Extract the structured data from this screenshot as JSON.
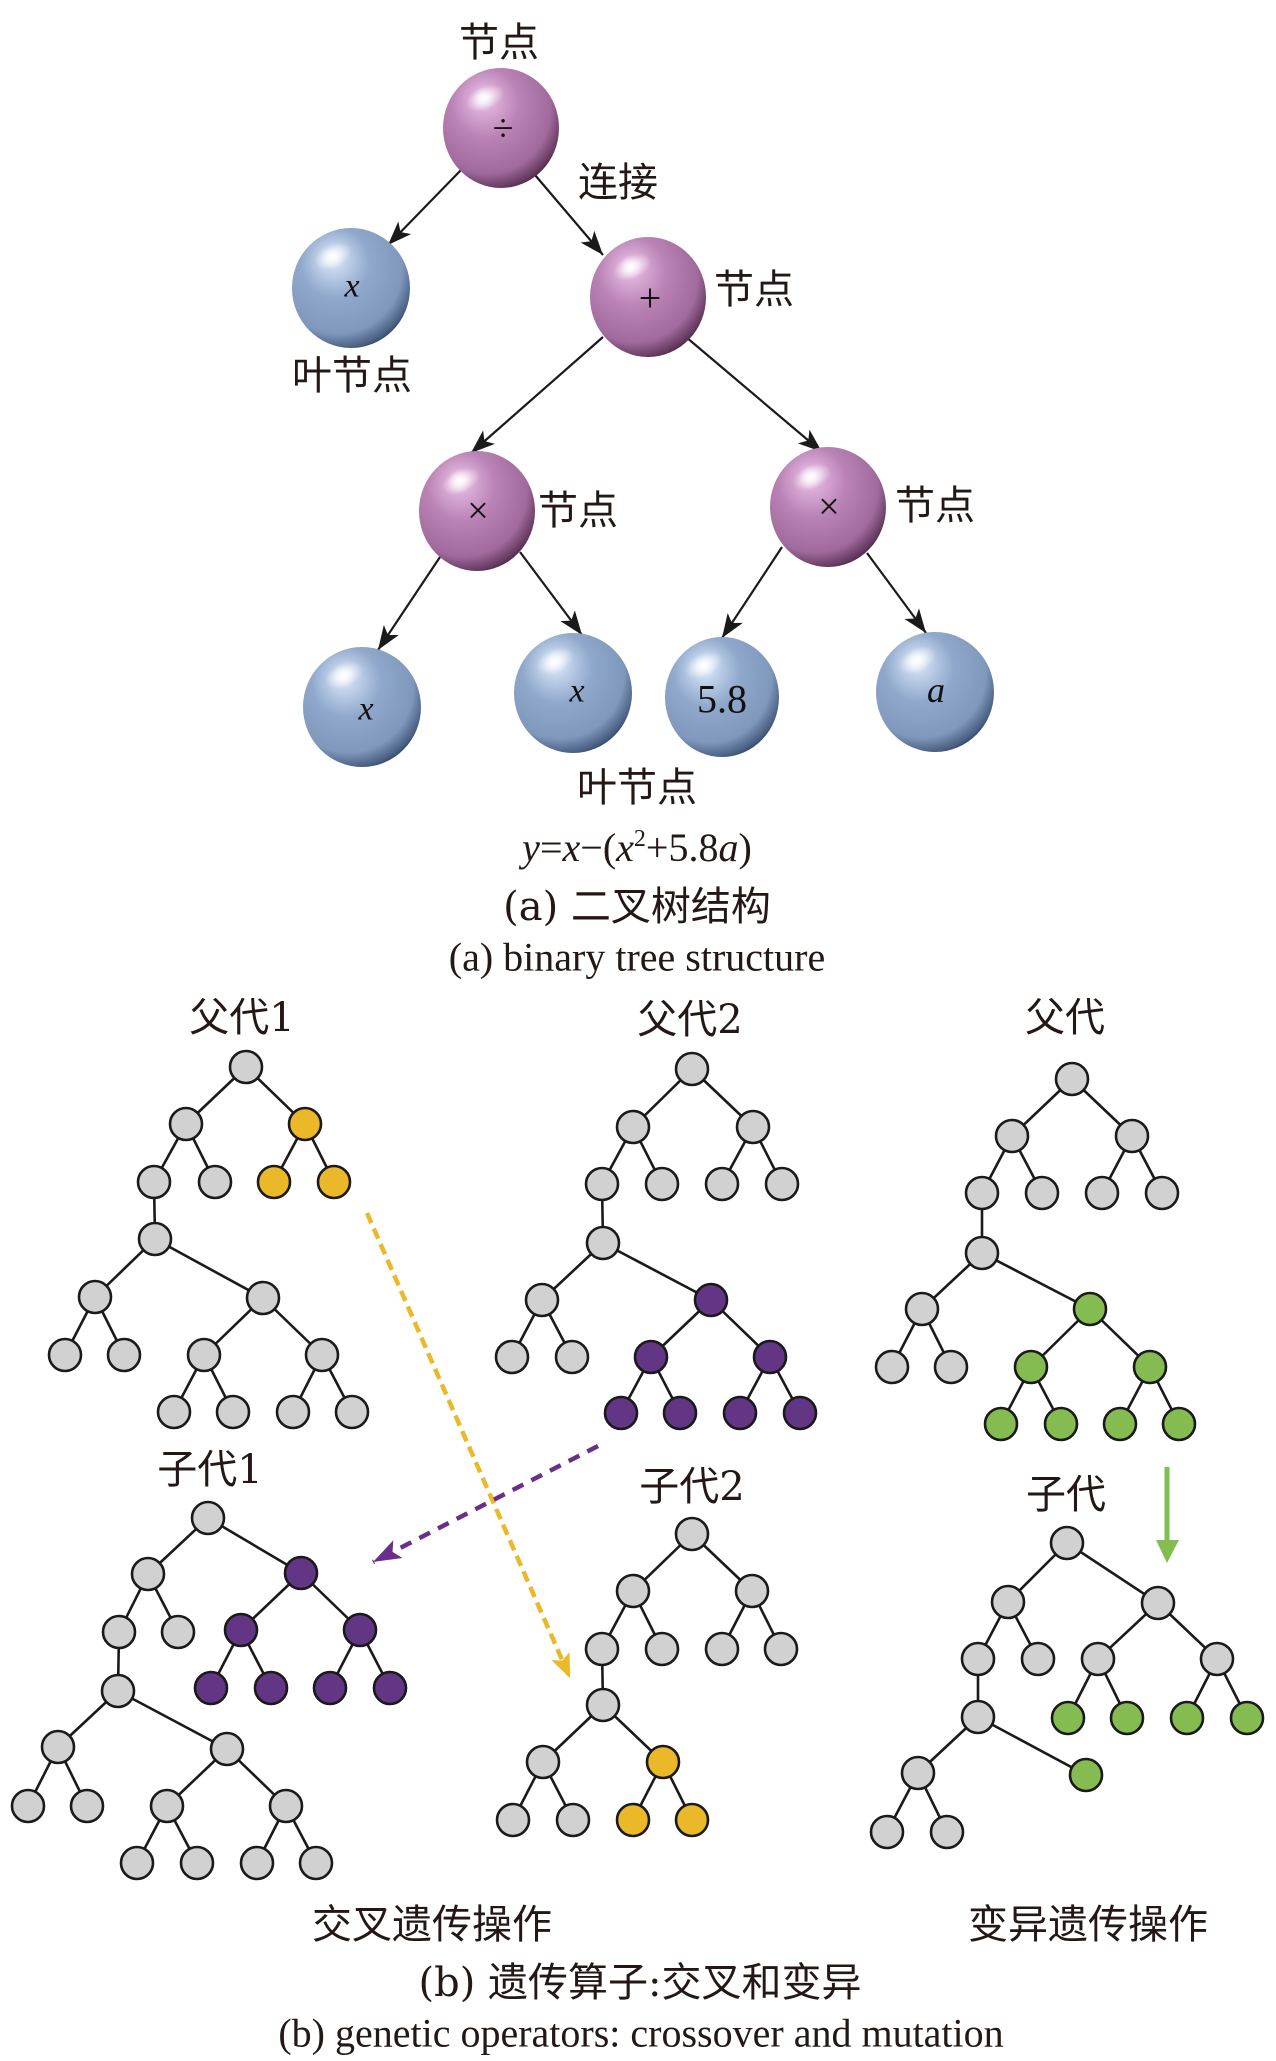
{
  "colors": {
    "function_node": "#b983b5",
    "terminal_node": "#8fa8cc",
    "gray": "#d1d1d1",
    "yellow": "#ebb829",
    "purple": "#633585",
    "green": "#84bc52",
    "crossover_arrow_1": "#ebb829",
    "crossover_arrow_2": "#6a2f8a",
    "mutation_arrow": "#84bc52"
  },
  "part_a": {
    "labels": {
      "node_top": "节点",
      "link": "连接",
      "leaf_left": "叶节点",
      "node_plus": "节点",
      "node_times_left": "节点",
      "node_times_right": "节点",
      "leaf_bottom": "叶节点"
    },
    "nodes": {
      "root": {
        "symbol": "÷",
        "kind": "function"
      },
      "leaf_x_1": {
        "symbol": "x",
        "kind": "terminal"
      },
      "plus": {
        "symbol": "+",
        "kind": "function"
      },
      "times_left": {
        "symbol": "×",
        "kind": "function"
      },
      "times_right": {
        "symbol": "×",
        "kind": "function"
      },
      "leaf_x_2": {
        "symbol": "x",
        "kind": "terminal"
      },
      "leaf_x_3": {
        "symbol": "x",
        "kind": "terminal"
      },
      "leaf_const": {
        "symbol": "5.8",
        "kind": "terminal"
      },
      "leaf_a": {
        "symbol": "a",
        "kind": "terminal"
      }
    },
    "formula_parts": [
      "y",
      "=",
      "x",
      "−(",
      "x",
      "2",
      "+5.8",
      "a",
      ")"
    ],
    "caption_cn": "(a) 二叉树结构",
    "caption_en": "(a) binary tree structure"
  },
  "part_b": {
    "trees": [
      {
        "title": "父代1",
        "root": {
          "color": "gray",
          "children": [
            {
              "color": "gray",
              "children": [
                {
                  "color": "gray",
                  "children": [
                    {
                      "color": "gray",
                      "children": [
                        {
                          "color": "gray",
                          "children": [
                            {
                              "color": "gray"
                            },
                            {
                              "color": "gray"
                            }
                          ]
                        },
                        {
                          "color": "gray",
                          "children": [
                            {
                              "color": "gray",
                              "children": [
                                {
                                  "color": "gray"
                                },
                                {
                                  "color": "gray"
                                }
                              ]
                            },
                            {
                              "color": "gray",
                              "children": [
                                {
                                  "color": "gray"
                                },
                                {
                                  "color": "gray"
                                }
                              ]
                            }
                          ]
                        }
                      ]
                    }
                  ]
                },
                {
                  "color": "gray"
                }
              ]
            },
            {
              "color": "yellow",
              "children": [
                {
                  "color": "yellow"
                },
                {
                  "color": "yellow"
                }
              ]
            }
          ]
        }
      },
      {
        "title": "父代2",
        "root": {
          "color": "gray",
          "children": [
            {
              "color": "gray",
              "children": [
                {
                  "color": "gray",
                  "children": [
                    {
                      "color": "gray",
                      "children": [
                        {
                          "color": "gray",
                          "children": [
                            {
                              "color": "gray"
                            },
                            {
                              "color": "gray"
                            }
                          ]
                        },
                        {
                          "color": "purple",
                          "children": [
                            {
                              "color": "purple",
                              "children": [
                                {
                                  "color": "purple"
                                },
                                {
                                  "color": "purple"
                                }
                              ]
                            },
                            {
                              "color": "purple",
                              "children": [
                                {
                                  "color": "purple"
                                },
                                {
                                  "color": "purple"
                                }
                              ]
                            }
                          ]
                        }
                      ]
                    }
                  ]
                },
                {
                  "color": "gray"
                }
              ]
            },
            {
              "color": "gray",
              "children": [
                {
                  "color": "gray"
                },
                {
                  "color": "gray"
                }
              ]
            }
          ]
        }
      },
      {
        "title": "父代",
        "root": {
          "color": "gray",
          "children": [
            {
              "color": "gray",
              "children": [
                {
                  "color": "gray",
                  "children": [
                    {
                      "color": "gray",
                      "children": [
                        {
                          "color": "gray",
                          "children": [
                            {
                              "color": "gray"
                            },
                            {
                              "color": "gray"
                            }
                          ]
                        },
                        {
                          "color": "green",
                          "children": [
                            {
                              "color": "green",
                              "children": [
                                {
                                  "color": "green"
                                },
                                {
                                  "color": "green"
                                }
                              ]
                            },
                            {
                              "color": "green",
                              "children": [
                                {
                                  "color": "green"
                                },
                                {
                                  "color": "green"
                                }
                              ]
                            }
                          ]
                        }
                      ]
                    }
                  ]
                },
                {
                  "color": "gray"
                }
              ]
            },
            {
              "color": "gray",
              "children": [
                {
                  "color": "gray"
                },
                {
                  "color": "gray"
                }
              ]
            }
          ]
        }
      },
      {
        "title": "子代1",
        "root": {
          "color": "gray",
          "children": [
            {
              "color": "gray",
              "children": [
                {
                  "color": "gray",
                  "children": [
                    {
                      "color": "gray",
                      "children": [
                        {
                          "color": "gray",
                          "children": [
                            {
                              "color": "gray"
                            },
                            {
                              "color": "gray"
                            }
                          ]
                        },
                        {
                          "color": "gray",
                          "children": [
                            {
                              "color": "gray",
                              "children": [
                                {
                                  "color": "gray"
                                },
                                {
                                  "color": "gray"
                                }
                              ]
                            },
                            {
                              "color": "gray",
                              "children": [
                                {
                                  "color": "gray"
                                },
                                {
                                  "color": "gray"
                                }
                              ]
                            }
                          ]
                        }
                      ]
                    }
                  ]
                },
                {
                  "color": "gray"
                }
              ]
            },
            {
              "color": "purple",
              "children": [
                {
                  "color": "purple",
                  "children": [
                    {
                      "color": "purple"
                    },
                    {
                      "color": "purple"
                    }
                  ]
                },
                {
                  "color": "purple",
                  "children": [
                    {
                      "color": "purple"
                    },
                    {
                      "color": "purple"
                    }
                  ]
                }
              ]
            }
          ]
        }
      },
      {
        "title": "子代2",
        "root": {
          "color": "gray",
          "children": [
            {
              "color": "gray",
              "children": [
                {
                  "color": "gray",
                  "children": [
                    {
                      "color": "gray",
                      "children": [
                        {
                          "color": "gray",
                          "children": [
                            {
                              "color": "gray"
                            },
                            {
                              "color": "gray"
                            }
                          ]
                        },
                        {
                          "color": "yellow",
                          "children": [
                            {
                              "color": "yellow"
                            },
                            {
                              "color": "yellow"
                            }
                          ]
                        }
                      ]
                    }
                  ]
                },
                {
                  "color": "gray"
                }
              ]
            },
            {
              "color": "gray",
              "children": [
                {
                  "color": "gray"
                },
                {
                  "color": "gray"
                }
              ]
            }
          ]
        }
      },
      {
        "title": "子代",
        "root": {
          "color": "gray",
          "children": [
            {
              "color": "gray",
              "children": [
                {
                  "color": "gray",
                  "children": [
                    {
                      "color": "gray",
                      "children": [
                        {
                          "color": "gray",
                          "children": [
                            {
                              "color": "gray"
                            },
                            {
                              "color": "gray"
                            }
                          ]
                        },
                        {
                          "color": "green"
                        }
                      ]
                    }
                  ]
                },
                {
                  "color": "gray"
                }
              ]
            },
            {
              "color": "gray",
              "children": [
                {
                  "color": "gray",
                  "children": [
                    {
                      "color": "green"
                    },
                    {
                      "color": "green"
                    }
                  ]
                },
                {
                  "color": "gray",
                  "children": [
                    {
                      "color": "green"
                    },
                    {
                      "color": "green"
                    }
                  ]
                }
              ]
            }
          ]
        }
      }
    ],
    "operation_labels": {
      "crossover": "交叉遗传操作",
      "mutation": "变异遗传操作"
    },
    "caption_cn": "(b) 遗传算子:交叉和变异",
    "caption_en": "(b) genetic operators: crossover and mutation"
  }
}
